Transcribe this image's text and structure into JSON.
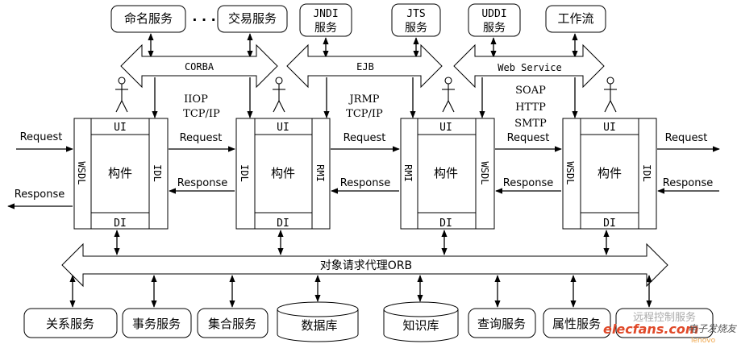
{
  "top_services": [
    {
      "lines": [
        "命名服务"
      ]
    },
    {
      "lines": [
        "交易服务"
      ]
    },
    {
      "lines": [
        "JNDI",
        "服务"
      ]
    },
    {
      "lines": [
        "JTS",
        "服务"
      ]
    },
    {
      "lines": [
        "UDDI",
        "服务"
      ]
    },
    {
      "lines": [
        "工作流"
      ]
    }
  ],
  "ellipsis": "· · ·",
  "buses": {
    "corba": "CORBA",
    "ejb": "EJB",
    "web_service": "Web Service",
    "orb": "对象请求代理ORB"
  },
  "protocols": {
    "left": [
      "IIOP",
      "TCP/IP"
    ],
    "middle": [
      "JRMP",
      "TCP/IP"
    ],
    "right": [
      "SOAP",
      "HTTP",
      "SMTP"
    ]
  },
  "component": {
    "ui": "UI",
    "di": "DI",
    "core": "构件",
    "sides": [
      "WSDL",
      "IDL",
      "IDL",
      "RMI",
      "RMI",
      "WSDL",
      "WSDL",
      "IDL"
    ]
  },
  "flow": {
    "request": "Request",
    "response": "Response"
  },
  "bottom_services": [
    {
      "label": "关系服务",
      "shape": "box"
    },
    {
      "label": "事务服务",
      "shape": "box"
    },
    {
      "label": "集合服务",
      "shape": "box"
    },
    {
      "label": "数据库",
      "shape": "cylinder"
    },
    {
      "label": "知识库",
      "shape": "cylinder"
    },
    {
      "label": "查询服务",
      "shape": "box"
    },
    {
      "label": "属性服务",
      "shape": "box"
    },
    {
      "label": "远程控制服务",
      "shape": "box"
    }
  ],
  "watermark": {
    "text": "elecfans.com",
    "cn": "电子发烧友",
    "sub": "lenovo"
  }
}
